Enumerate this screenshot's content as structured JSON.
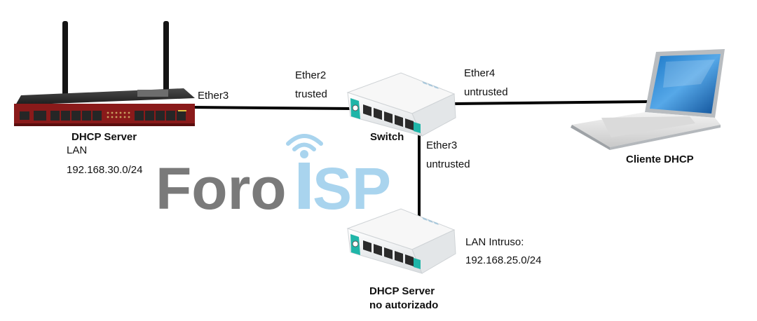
{
  "devices": {
    "router": {
      "title": "DHCP Server",
      "net_label": "LAN",
      "net_address": "192.168.30.0/24"
    },
    "switch": {
      "title": "Switch"
    },
    "client": {
      "title": "Cliente DHCP"
    },
    "rogue": {
      "title_line1": "DHCP Server",
      "title_line2": "no autorizado",
      "net_label": "LAN Intruso:",
      "net_address": "192.168.25.0/24"
    }
  },
  "links": {
    "router_switch": {
      "router_port": "Ether3",
      "switch_port": "Ether2",
      "switch_trust": "trusted"
    },
    "switch_client": {
      "switch_port": "Ether4",
      "switch_trust": "untrusted"
    },
    "switch_rogue": {
      "switch_port": "Ether3",
      "switch_trust": "untrusted"
    }
  },
  "logo": {
    "text_left": "Foro",
    "text_right": "SP"
  },
  "colors": {
    "router_red": "#8a1a1a",
    "switch_teal": "#1fb5a8",
    "logo_gray": "#7a7a7a",
    "logo_blue": "#a9d4ee",
    "cable": "#000000"
  }
}
